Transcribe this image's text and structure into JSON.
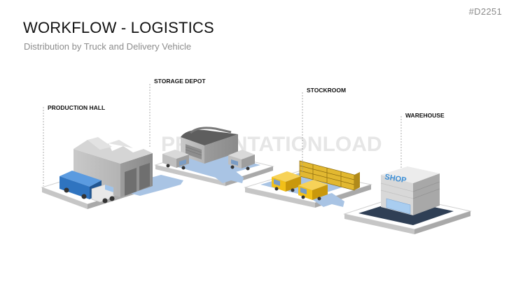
{
  "slide": {
    "id": "#D2251",
    "title": "WORKFLOW - LOGISTICS",
    "subtitle": "Distribution by Truck and Delivery Vehicle"
  },
  "watermark": "PRESENTATIONLOAD",
  "stations": [
    {
      "label": "PRODUCTION HALL",
      "icon": "factory-icon"
    },
    {
      "label": "STORAGE DEPOT",
      "icon": "warehouse-depot-icon"
    },
    {
      "label": "STOCKROOM",
      "icon": "stockroom-shelves-icon"
    },
    {
      "label": "WAREHOUSE",
      "icon": "shop-building-icon"
    }
  ],
  "shop_sign": "SHOP",
  "colors": {
    "road": "#a9c4e4",
    "platform_top": "#ffffff",
    "platform_side": "#c9c9c9",
    "building": "#b8b8b8",
    "truck_blue": "#2f74c0",
    "van_yellow": "#f2c018",
    "shop_blue": "#3d8fd6"
  }
}
